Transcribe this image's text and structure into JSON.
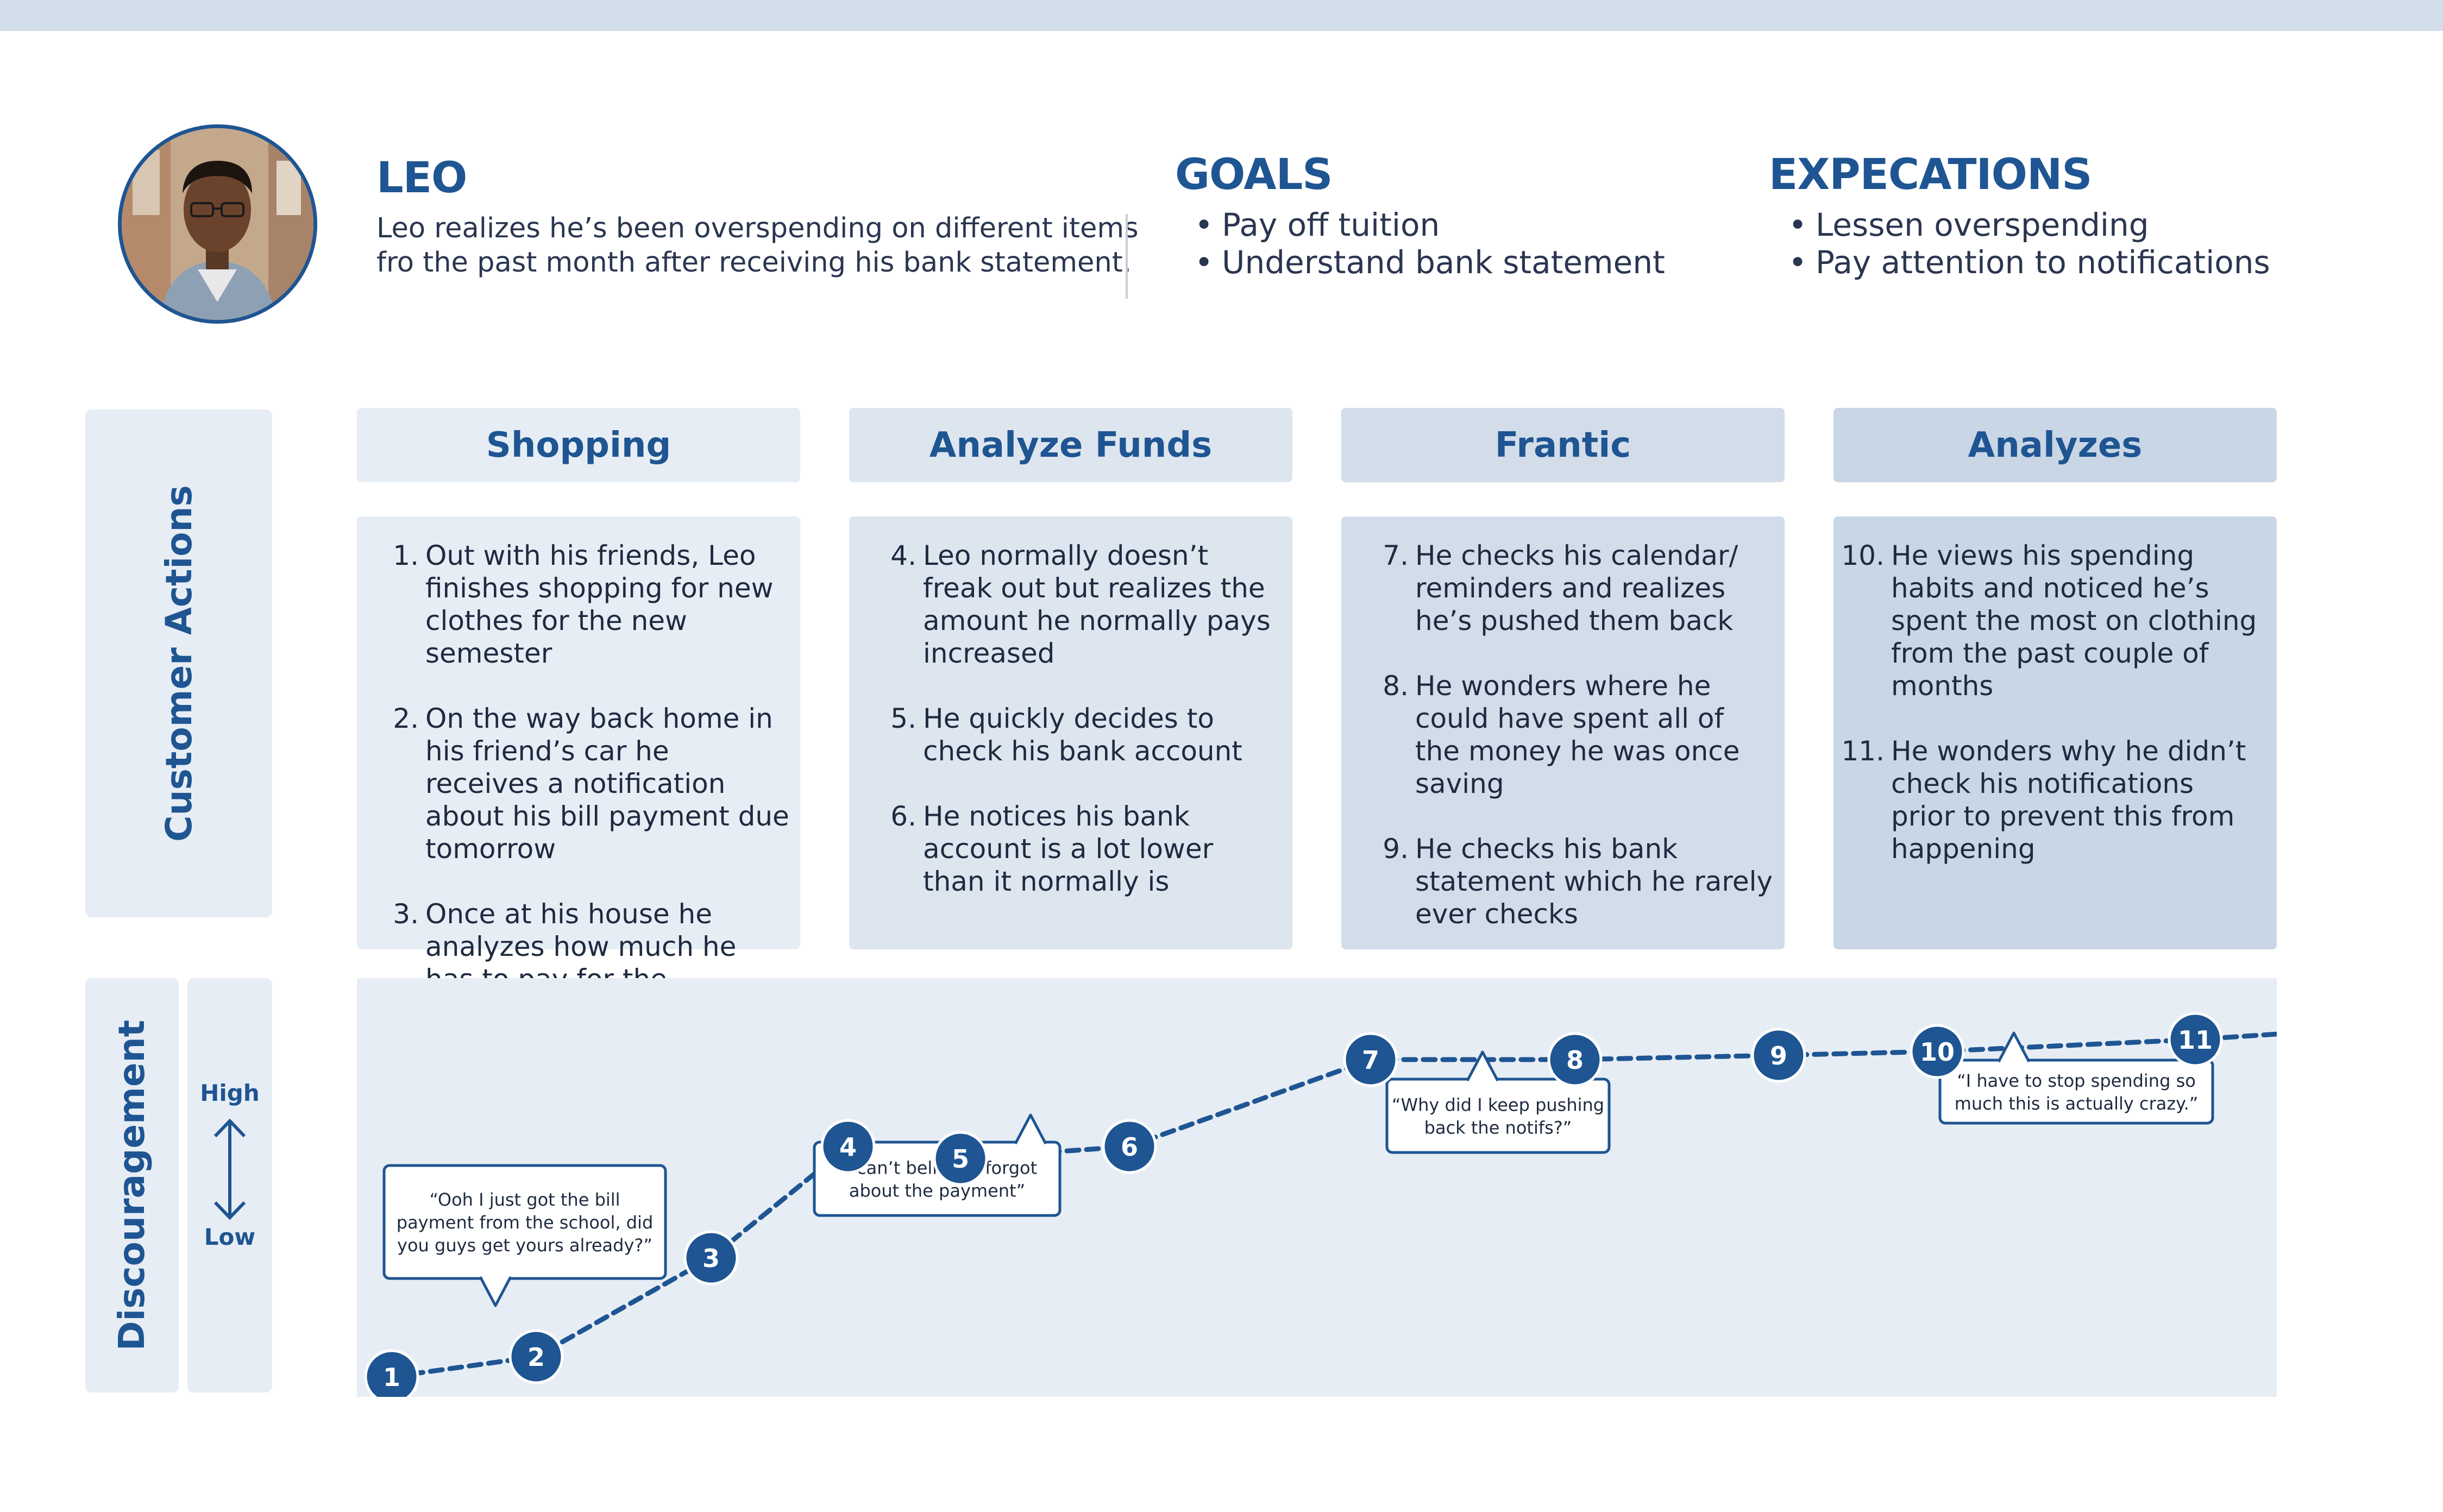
{
  "persona": {
    "name": "LEO",
    "description_line1": "Leo realizes he’s been overspending on different items",
    "description_line2": "fro the past month after receiving his bank statement."
  },
  "goals": {
    "title": "GOALS",
    "items": [
      "Pay off tuition",
      "Understand bank statement"
    ]
  },
  "expectations": {
    "title": "EXPECATIONS",
    "items": [
      "Lessen overspending",
      "Pay attention to notifications"
    ]
  },
  "labels": {
    "customer_actions": "Customer Actions",
    "discouragement": "Discouragement",
    "high": "High",
    "low": "Low"
  },
  "phases": [
    {
      "title": "Shopping",
      "actions": [
        {
          "num": "1.",
          "text": "Out with his friends, Leo finishes shopping for new clothes for the new semester"
        },
        {
          "num": "2.",
          "text": "On the way back home in his friend’s car he receives a notification about his  bill payment due tomorrow"
        },
        {
          "num": "3.",
          "text": "Once at his house he analyzes how much he has to pay for the semester"
        }
      ]
    },
    {
      "title": "Analyze Funds",
      "actions": [
        {
          "num": "4.",
          "text": "Leo normally doesn’t freak out but realizes the amount he normally pays increased"
        },
        {
          "num": "5.",
          "text": "He quickly decides to check his bank account"
        },
        {
          "num": "6.",
          "text": "He notices his bank account is a lot lower than it normally is"
        }
      ]
    },
    {
      "title": "Frantic",
      "actions": [
        {
          "num": "7.",
          "text": "He checks his calendar/ reminders and realizes he’s pushed them back"
        },
        {
          "num": "8.",
          "text": "He wonders where he could have spent all of the money he was once saving"
        },
        {
          "num": "9.",
          "text": "He checks his bank statement which he rarely ever checks"
        }
      ]
    },
    {
      "title": "Analyzes",
      "actions": [
        {
          "num": "10.",
          "text": "He views his spending habits and noticed he’s spent the most on clothing from the past couple of months"
        },
        {
          "num": "11.",
          "text": "He wonders why he didn’t check his notifications prior to prevent this from happening"
        }
      ]
    }
  ],
  "chart_data": {
    "type": "line",
    "series": [
      {
        "points": [
          {
            "step": "1",
            "level": 0.05
          },
          {
            "step": "2",
            "level": 0.1
          },
          {
            "step": "3",
            "level": 0.35
          },
          {
            "step": "4",
            "level": 0.63
          },
          {
            "step": "5",
            "level": 0.6
          },
          {
            "step": "6",
            "level": 0.63
          },
          {
            "step": "7",
            "level": 0.85
          },
          {
            "step": "8",
            "level": 0.85
          },
          {
            "step": "9",
            "level": 0.86
          },
          {
            "step": "10",
            "level": 0.87
          },
          {
            "step": "11",
            "level": 0.9
          }
        ]
      }
    ],
    "color": "#1e5592",
    "quotes": [
      {
        "after_step": "2",
        "lines": [
          "“Ooh I just got the bill",
          "payment from the school, did",
          "you guys get yours already?”"
        ]
      },
      {
        "after_step": "5",
        "lines": [
          "“I can’t believe I forgot",
          "about the payment”"
        ]
      },
      {
        "after_step": "7",
        "lines": [
          "“Why did I keep pushing",
          "back the notifs?”"
        ]
      },
      {
        "after_step": "10",
        "lines": [
          "“I have to stop spending so",
          "much this is actually crazy.”"
        ]
      }
    ]
  }
}
